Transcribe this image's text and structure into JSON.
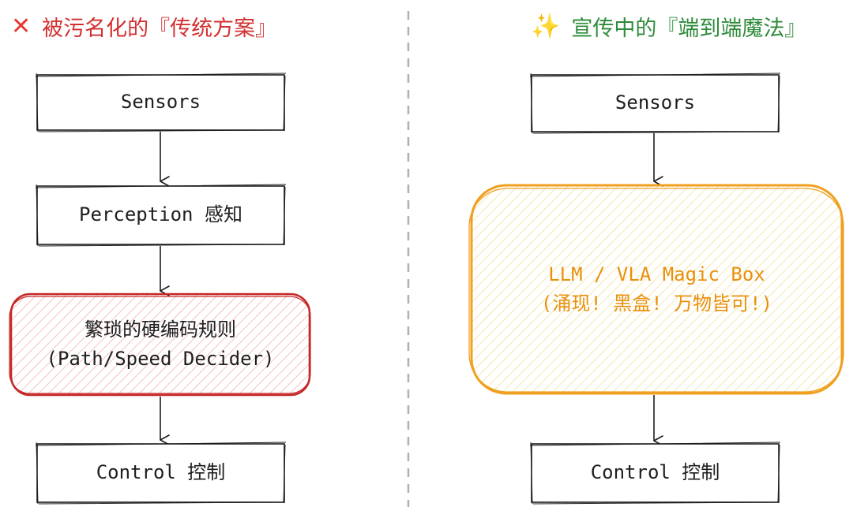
{
  "left": {
    "heading_icon": "cross-mark-icon",
    "heading_glyph": "✕",
    "heading": "被污名化的『传统方案』",
    "boxes": {
      "sensors": "Sensors",
      "perception": "Perception 感知",
      "decider_line1": "繁琐的硬编码规则",
      "decider_line2": "(Path/Speed Decider)",
      "control": "Control 控制"
    }
  },
  "right": {
    "heading_icon": "sparkles-icon",
    "heading_glyph": "✨",
    "heading": "宣传中的『端到端魔法』",
    "boxes": {
      "sensors": "Sensors",
      "magic_line1": "LLM / VLA Magic Box",
      "magic_line2": "(涌现! 黑盒! 万物皆可!)",
      "control": "Control 控制"
    }
  },
  "colors": {
    "left_heading": "#d32f2f",
    "right_heading": "#2e8b3a",
    "decider_stroke": "#c62828",
    "decider_fill": "#f6c9c9",
    "magic_stroke": "#f0a020",
    "magic_fill": "#f7e7a0",
    "ink": "#1e1e1e",
    "divider": "#b0b0b0"
  }
}
